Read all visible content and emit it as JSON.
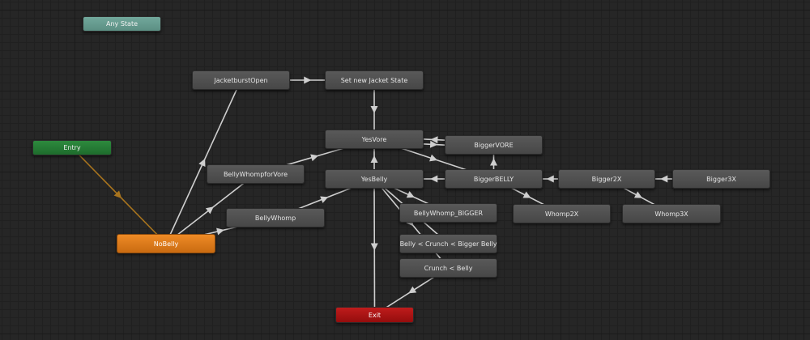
{
  "window": {
    "title": "Animator"
  },
  "colors": {
    "canvas": "#262626",
    "state": "#505050",
    "any_state": "#6a9e93",
    "entry": "#287f37",
    "default_state": "#e07b1a",
    "exit": "#ad1414",
    "transition": "#cfcfcf",
    "entry_transition": "#a8741e"
  },
  "nodes": {
    "any_state": {
      "label": "Any State"
    },
    "entry": {
      "label": "Entry"
    },
    "exit": {
      "label": "Exit"
    },
    "nobelly": {
      "label": "NoBelly"
    },
    "jacketburstopen": {
      "label": "JacketburstOpen"
    },
    "set_new_jacket_state": {
      "label": "Set new Jacket State"
    },
    "yesvore": {
      "label": "YesVore"
    },
    "biggervore": {
      "label": "BiggerVORE"
    },
    "bellywhompforvore": {
      "label": "BellyWhompforVore"
    },
    "yesbelly": {
      "label": "YesBelly"
    },
    "biggerbelly": {
      "label": "BiggerBELLY"
    },
    "bigger2x": {
      "label": "Bigger2X"
    },
    "bigger3x": {
      "label": "Bigger3X"
    },
    "bellywhomp": {
      "label": "BellyWhomp"
    },
    "bellywhomp_bigger": {
      "label": "BellyWhomp_BIGGER"
    },
    "whomp2x": {
      "label": "Whomp2X"
    },
    "whomp3x": {
      "label": "Whomp3X"
    },
    "belly_crunch_bigger": {
      "label": "Belly < Crunch < Bigger Belly"
    },
    "crunch_belly": {
      "label": "Crunch < Belly"
    }
  },
  "transitions": [
    {
      "from": "entry",
      "to": "nobelly"
    },
    {
      "from": "nobelly",
      "to": "jacketburstopen"
    },
    {
      "from": "nobelly",
      "to": "bellywhompforvore"
    },
    {
      "from": "nobelly",
      "to": "bellywhomp"
    },
    {
      "from": "jacketburstopen",
      "to": "set_new_jacket_state"
    },
    {
      "from": "set_new_jacket_state",
      "to": "yesvore"
    },
    {
      "from": "bellywhompforvore",
      "to": "yesvore"
    },
    {
      "from": "yesvore",
      "to": "biggervore"
    },
    {
      "from": "biggervore",
      "to": "yesvore"
    },
    {
      "from": "yesvore",
      "to": "biggerbelly"
    },
    {
      "from": "biggerbelly",
      "to": "biggervore"
    },
    {
      "from": "yesbelly",
      "to": "yesvore"
    },
    {
      "from": "biggerbelly",
      "to": "yesbelly"
    },
    {
      "from": "bigger2x",
      "to": "biggerbelly"
    },
    {
      "from": "bigger3x",
      "to": "bigger2x"
    },
    {
      "from": "bellywhomp",
      "to": "yesbelly"
    },
    {
      "from": "yesbelly",
      "to": "bellywhomp_bigger"
    },
    {
      "from": "biggerbelly",
      "to": "whomp2x"
    },
    {
      "from": "bigger2x",
      "to": "whomp3x"
    },
    {
      "from": "yesbelly",
      "to": "belly_crunch_bigger"
    },
    {
      "from": "yesbelly",
      "to": "crunch_belly"
    },
    {
      "from": "yesbelly",
      "to": "exit"
    },
    {
      "from": "crunch_belly",
      "to": "exit"
    }
  ]
}
